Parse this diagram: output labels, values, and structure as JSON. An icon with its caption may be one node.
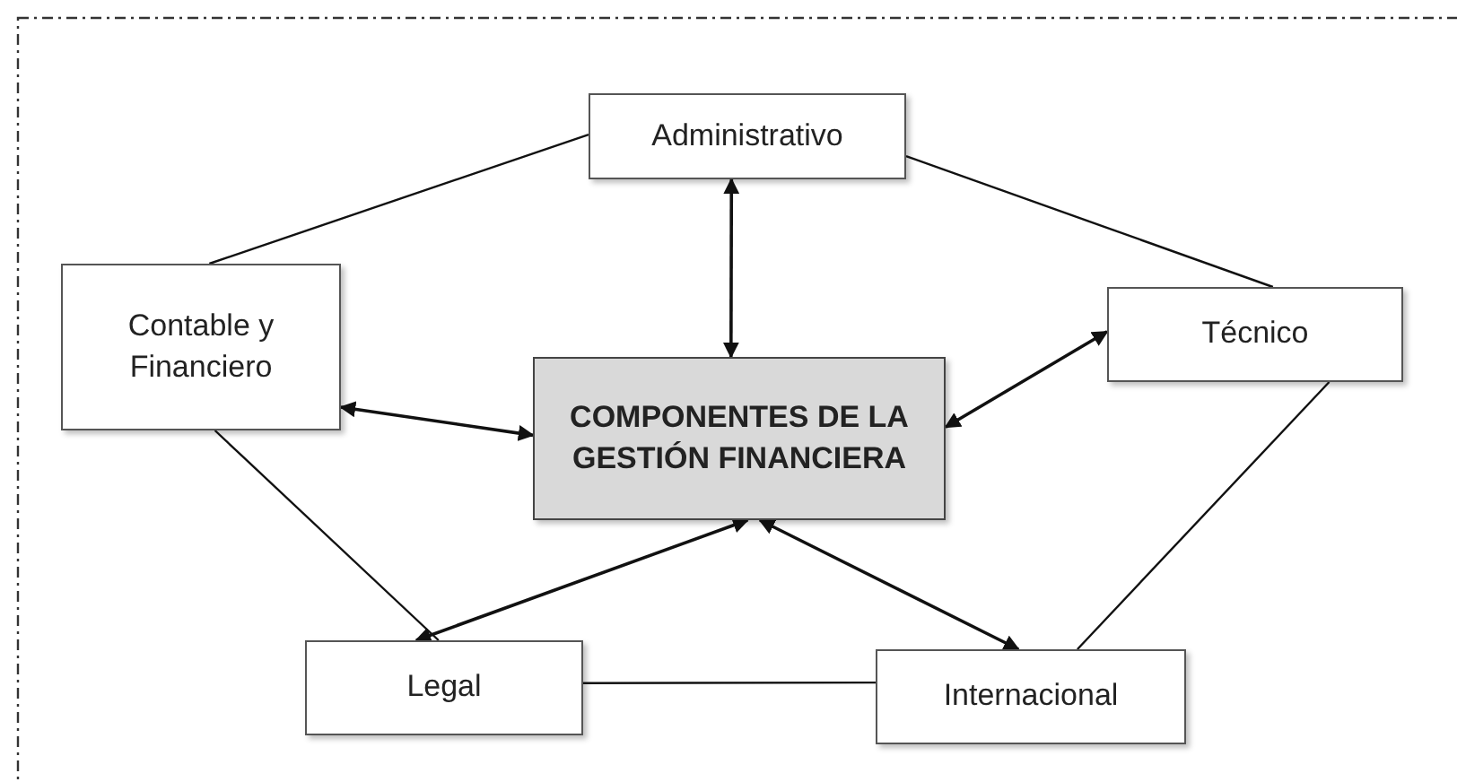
{
  "diagram": {
    "nodes": [
      {
        "text": [
          "Administrativo"
        ]
      },
      {
        "text": [
          "Contable y Financiero"
        ]
      },
      {
        "text": [
          "Técnico"
        ]
      },
      {
        "text": [
          "COMPONENTES DE LA GESTIÓN FINANCIERA"
        ]
      },
      {
        "text": [
          "Legal"
        ]
      },
      {
        "text": [
          "Internacional"
        ]
      }
    ],
    "edges": [
      {
        "from": 0,
        "to": 1,
        "arrow": "none"
      },
      {
        "from": 0,
        "to": 2,
        "arrow": "none"
      },
      {
        "from": 0,
        "to": 3,
        "arrow": "both"
      },
      {
        "from": 1,
        "to": 3,
        "arrow": "both"
      },
      {
        "from": 2,
        "to": 3,
        "arrow": "both"
      },
      {
        "from": 1,
        "to": 4,
        "arrow": "none"
      },
      {
        "from": 2,
        "to": 5,
        "arrow": "none"
      },
      {
        "from": 3,
        "to": 4,
        "arrow": "both"
      },
      {
        "from": 3,
        "to": 5,
        "arrow": "both"
      },
      {
        "from": 4,
        "to": 5,
        "arrow": "none"
      }
    ]
  }
}
